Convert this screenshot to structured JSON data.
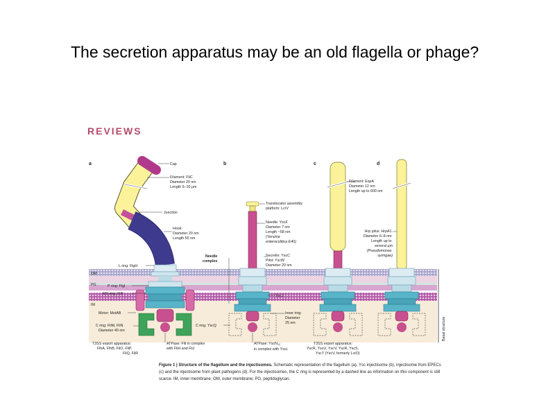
{
  "slide": {
    "title": "The secretion apparatus may be an old flagella or phage?"
  },
  "figure": {
    "journal_header": "REVIEWS",
    "panel_labels": [
      "a",
      "b",
      "c",
      "d"
    ],
    "membrane_labels": {
      "om": "OM",
      "pg": "PG",
      "im": "IM"
    },
    "basal_structure": "Basal structure",
    "flagellum": {
      "cap": "Cap",
      "filament": [
        "Filament: FliC",
        "Diameter 20 nm",
        "Length 5–10 μm"
      ],
      "junction": "Junction",
      "hook": [
        "Hook:",
        "Diameter 20 nm",
        "Length 55 nm"
      ],
      "l_ring": "L ring: FlgH",
      "p_ring": "P ring: FlgI",
      "ms_ring": "MS ring: FliF",
      "motor": "Motor: MotAB",
      "c_ring": [
        "C ring: FliM, FliN",
        "Diameter 40 nm"
      ],
      "export": [
        "T3SS export apparatus:",
        "FlhA, FlhB, FliO, FliP,",
        "FliQ, FliR"
      ],
      "atpase": [
        "ATPase: FliI in complex",
        "with FliH and FliJ"
      ]
    },
    "injectisome": {
      "translocator": [
        "Translocator assembly",
        "platform: LcrV"
      ],
      "needle": [
        "Needle: YscF",
        "Diameter 7 nm",
        "Length ~58 nm"
      ],
      "needle_species": [
        "(Yersinia",
        "enterocolitica E40)"
      ],
      "needle_complex": [
        "Needle",
        "complex"
      ],
      "secretin": [
        "Secretin: YscC",
        "Pilot: YscW",
        "Diameter 20 nm"
      ],
      "yscj": "YscJ",
      "inner_ring": [
        "Inner ring:",
        "Diameter",
        "25 nm"
      ],
      "c_ring": "C ring: YscQ",
      "atpase": [
        "ATPase: YscN",
        "in complex with YscL"
      ],
      "atpase_sub": "12",
      "export": [
        "T3SS export apparatus:",
        "YscR, YscU, YscV, YscR, YscS,",
        "YscT (YscV, formerly LcrD)"
      ]
    },
    "epec": {
      "filament": [
        "Filament: EspA",
        "Diameter 12 nm",
        "Length up to 600 nm"
      ]
    },
    "plant": {
      "pilus": [
        "Hrp pilus: HrpA1",
        "Diameter 6–8 nm",
        "Length up to",
        "several μm"
      ],
      "species": [
        "(Pseudomonas",
        "syringae)"
      ]
    },
    "caption": {
      "bold": "Figure 1 | Structure of the flagellum and the injectisomes.",
      "text": " Schematic representation of the flagellum (a), Ysc injectisome (b), injectisome from EPECs (c) and the injectisome from plant pathogens (d). For the injectisomes, the C ring is represented by a dashed line as information on this component is still scarce. IM, inner membrane; OM, outer membrane; PG, peptidoglycan."
    },
    "colors": {
      "om_band": "#a8a4cc",
      "pg_band": "#e8c8d8",
      "im_band": "#c07ab8",
      "basal_bg": "#f7ecd9",
      "filament": "#fbf29a",
      "hook": "#3e3b8f",
      "needle": "#c8508e",
      "ring_teal": "#58b4c8",
      "ring_light": "#cfe6ee",
      "c_ring_green": "#3fa35c",
      "motor": "#d86aa8",
      "header": "#b54a6b"
    }
  }
}
